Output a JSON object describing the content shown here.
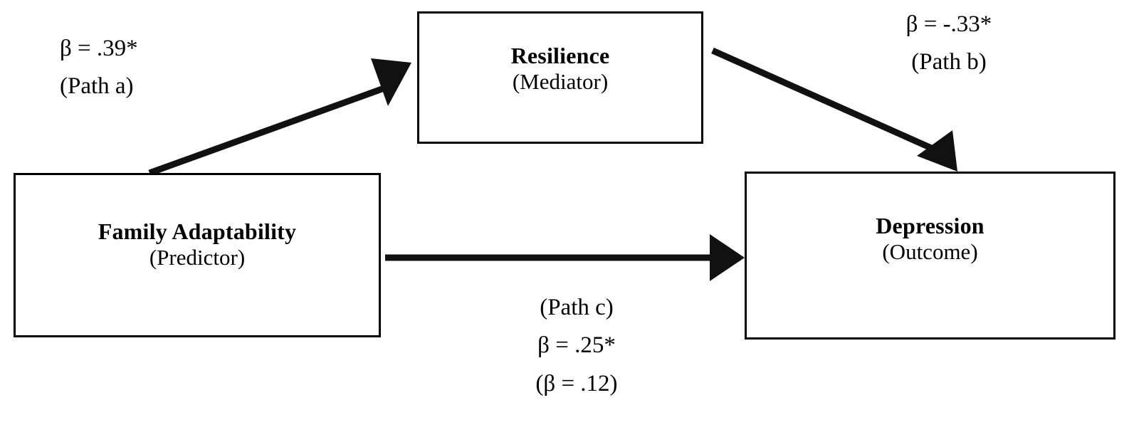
{
  "diagram": {
    "type": "mediation-path-model",
    "nodes": [
      {
        "id": "predictor",
        "title": "Family Adaptability",
        "subtitle": "(Predictor)",
        "role": "Predictor"
      },
      {
        "id": "mediator",
        "title": "Resilience",
        "subtitle": "(Mediator)",
        "role": "Mediator"
      },
      {
        "id": "outcome",
        "title": "Depression",
        "subtitle": "(Outcome)",
        "role": "Outcome"
      }
    ],
    "paths": [
      {
        "id": "path-a",
        "from": "predictor",
        "to": "mediator",
        "coefficient": "β = .39*",
        "name": "(Path a)",
        "beta": 0.39,
        "significant": true
      },
      {
        "id": "path-b",
        "from": "mediator",
        "to": "outcome",
        "coefficient": "β = -.33*",
        "name": "(Path b)",
        "beta": -0.33,
        "significant": true
      },
      {
        "id": "path-c",
        "from": "predictor",
        "to": "outcome",
        "name": "(Path c)",
        "coefficient": "β = .25*",
        "coefficient_controlled": "(β = .12)",
        "beta": 0.25,
        "beta_controlled": 0.12,
        "significant": true
      }
    ],
    "colors": {
      "stroke": "#111111",
      "background": "#ffffff",
      "text": "#000000"
    }
  }
}
